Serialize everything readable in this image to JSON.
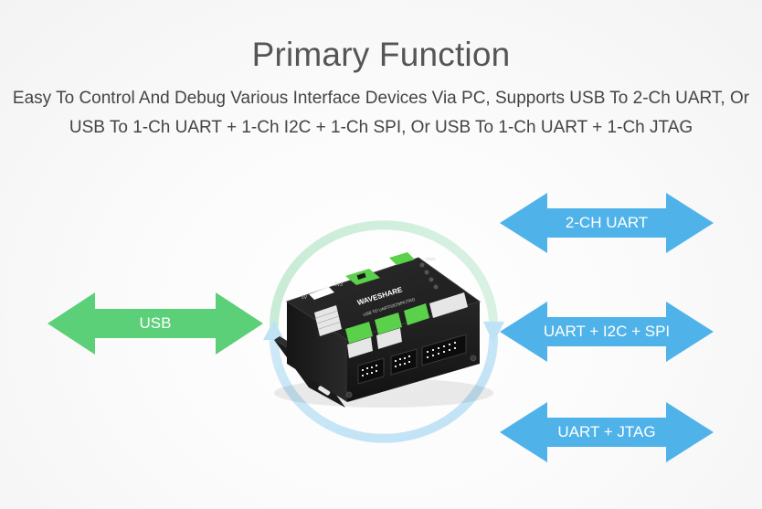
{
  "heading": "Primary Function",
  "description": {
    "line1": "Easy To Control And Debug Various Interface Devices Via PC, Supports USB To 2-Ch UART, Or",
    "line2": "USB To 1-Ch UART + 1-Ch I2C + 1-Ch SPI, Or USB To 1-Ch UART + 1-Ch JTAG"
  },
  "arrows": {
    "usb": "USB",
    "mode1": "2-CH UART",
    "mode2": "UART + I2C + SPI",
    "mode3": "UART + JTAG"
  },
  "device": {
    "brand": "WAVESHARE",
    "model": "USB TO UART/I2C/SPI/JTAG",
    "pwr": "PWR",
    "voltage_5v": "5V",
    "voltage_3v3": "3V3"
  },
  "colors": {
    "green_arrow": "#5ccf79",
    "blue_arrow": "#4fb3ea",
    "device_body": "#1e1e1e",
    "accent_green": "#5bd04a"
  }
}
